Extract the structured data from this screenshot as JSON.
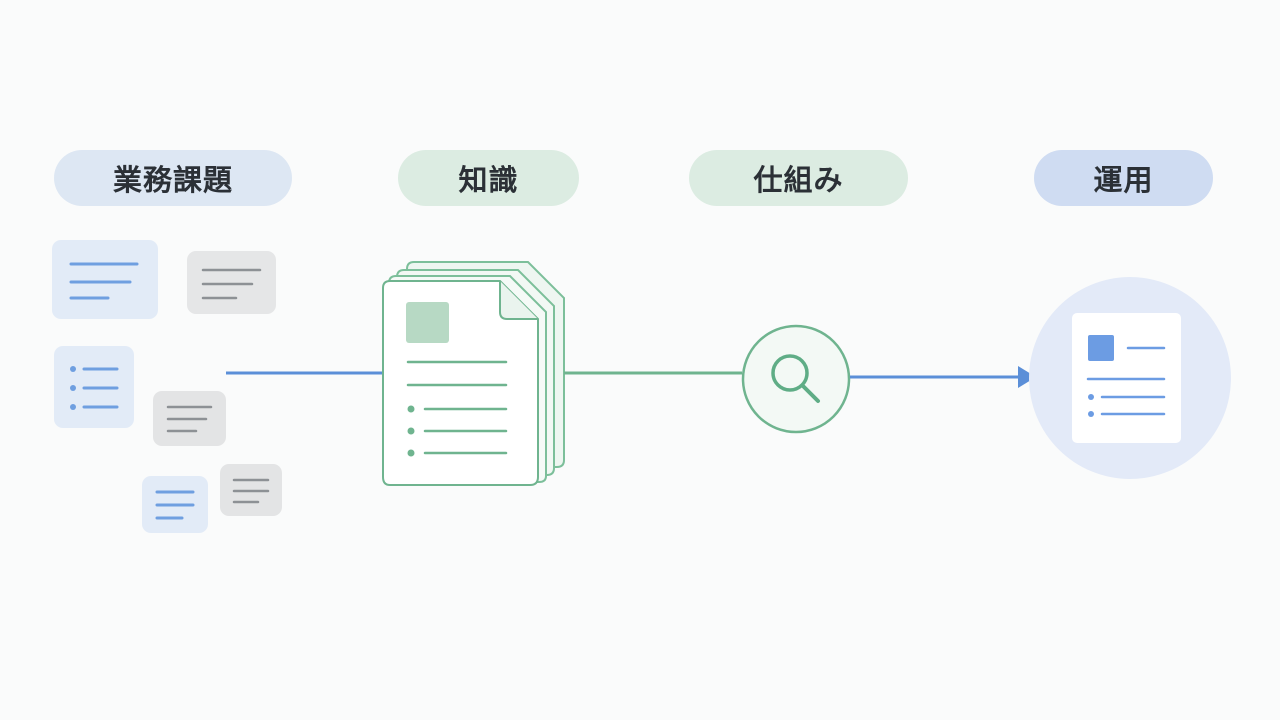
{
  "stages": [
    {
      "label": "業務課題"
    },
    {
      "label": "知識"
    },
    {
      "label": "仕組み"
    },
    {
      "label": "運用"
    }
  ],
  "colors": {
    "background": "#fafbfb",
    "blue_line": "#5b8fd8",
    "green_line": "#6fb48f",
    "blue_card": "#e3ecf8",
    "gray_card": "#e6e7e8",
    "green_accent": "#b7d9c4"
  },
  "icons": [
    "document-stack-icon",
    "search-icon",
    "result-document-icon",
    "arrow-right-icon"
  ]
}
